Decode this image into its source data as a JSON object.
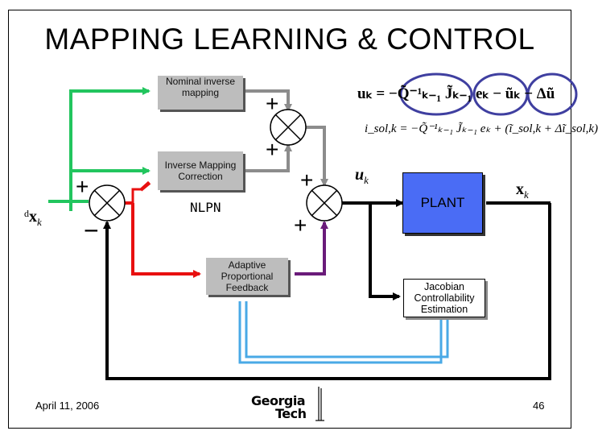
{
  "title": "MAPPING LEARNING & CONTROL",
  "blocks": {
    "nominal": "Nominal inverse mapping",
    "inverse_correction": "Inverse Mapping Correction",
    "nlpn": "NLPN",
    "adaptive": "Adaptive Proportional Feedback",
    "plant": "PLANT",
    "jacobian": "Jacobian Controllability Estimation"
  },
  "signals": {
    "desired": "x",
    "desired_pre": "d",
    "desired_sub": "k",
    "control": "u",
    "control_sub": "k",
    "output": "x",
    "output_sub": "k"
  },
  "signs": {
    "top_sum_top": "+",
    "top_sum_bottom": "+",
    "main_sum_top": "+",
    "main_sum_bottom": "+",
    "error_sum_top": "+",
    "error_sum_bottom": "−"
  },
  "equations": {
    "line1": "uₖ = −Q̃⁻¹ₖ₋₁ J̃ₖ₋₁ eₖ − ũₖ − Δũ",
    "line2": "i_sol,k = −Q̃⁻¹ₖ₋₁ J̃ₖ₋₁ eₖ + (ĩ_sol,k + Δĩ_sol,k)"
  },
  "footer": {
    "date": "April 11, 2006",
    "logo_top": "Georgia",
    "logo_bottom": "Tech",
    "page": "46"
  },
  "colors": {
    "green": "#22c55e",
    "red": "#e81010",
    "gray": "#8c8c8c",
    "purple": "#6a1b7a",
    "light_blue": "#49a9e6",
    "plant_blue": "#4a6cf5",
    "highlight_circle": "#3f3fa0"
  }
}
